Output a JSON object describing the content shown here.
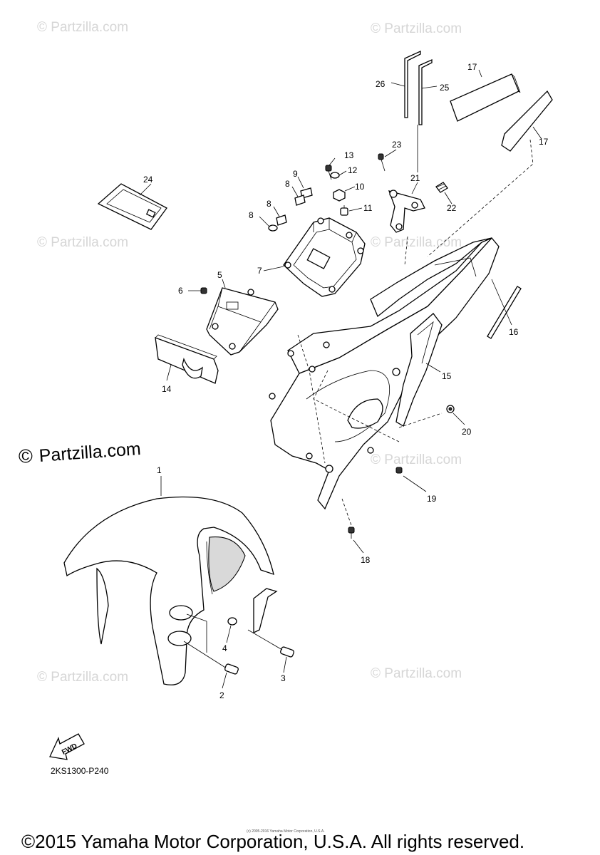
{
  "watermark_text": "© Partzilla.com",
  "brand_watermark": {
    "symbol": "©",
    "text": "Partzilla.com"
  },
  "diagram_code": "2KS1300-P240",
  "fwd_label": "FWD",
  "tiny_copyright": "(c) 2005-2016 Yamaha Motor Corporation, U.S.A.",
  "footer": "©2015 Yamaha Motor Corporation, U.S.A. All rights reserved.",
  "callouts": {
    "c1": "1",
    "c2": "2",
    "c3": "3",
    "c4": "4",
    "c5": "5",
    "c6": "6",
    "c7": "7",
    "c8a": "8",
    "c8b": "8",
    "c8c": "8",
    "c9": "9",
    "c10": "10",
    "c11": "11",
    "c12": "12",
    "c13": "13",
    "c14": "14",
    "c15": "15",
    "c16": "16",
    "c17a": "17",
    "c17b": "17",
    "c18": "18",
    "c19": "19",
    "c20": "20",
    "c21": "21",
    "c22": "22",
    "c23": "23",
    "c24": "24",
    "c25": "25",
    "c26": "26"
  }
}
